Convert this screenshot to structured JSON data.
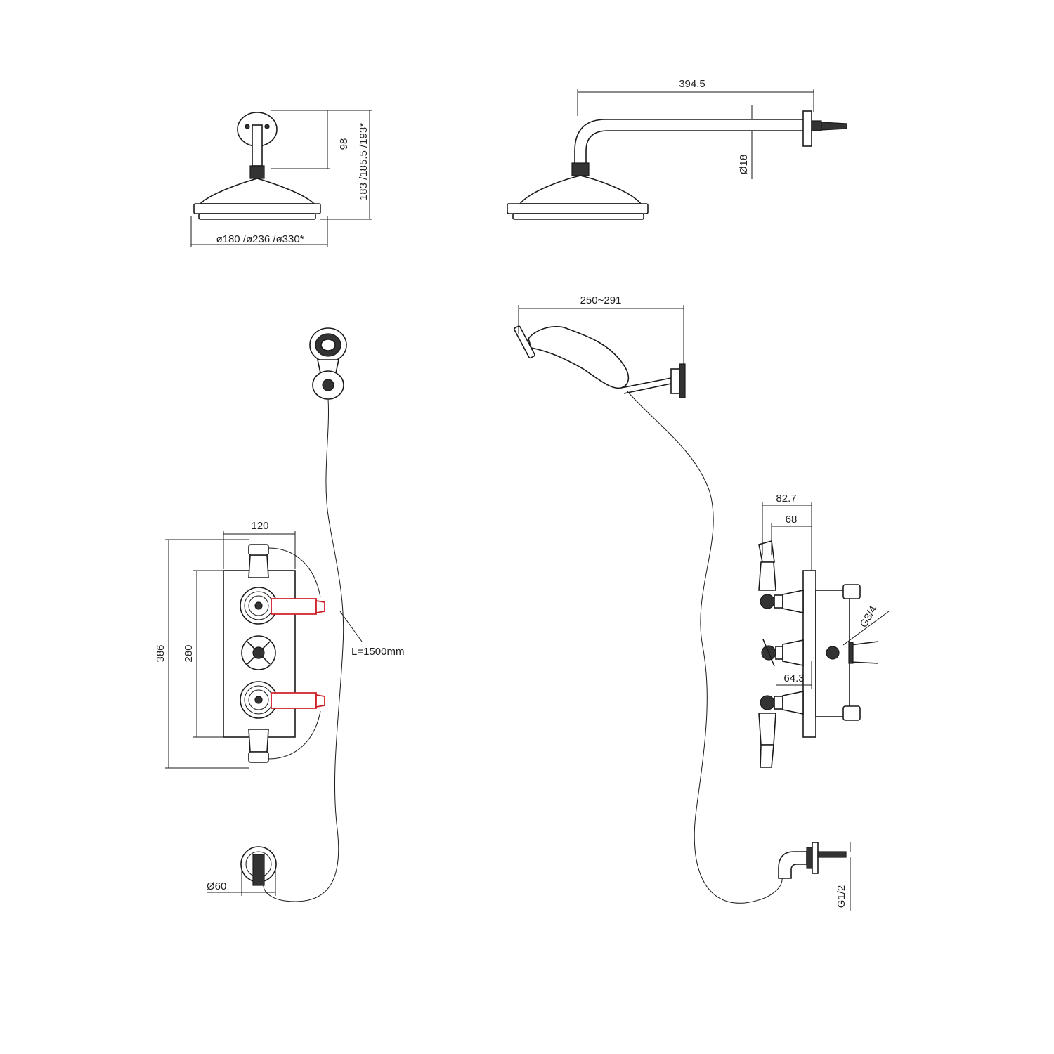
{
  "dimensions": {
    "ceiling_arm_height": "98",
    "ceiling_total_height": "183 /185.5 /193*",
    "head_diameters": "ø180 /ø236 /ø330*",
    "wall_arm_length": "394.5",
    "arm_diameter": "Ø18",
    "handset_reach": "250~291",
    "hose_length": "L=1500mm",
    "valve_width": "120",
    "valve_height_outer": "386",
    "valve_height_plate": "280",
    "outlet_diameter": "Ø60",
    "valve_depth_outer": "82.7",
    "valve_depth_inner": "68",
    "valve_depth_min": "64.3",
    "inlet_thread": "G3/4",
    "outlet_thread": "G1/2"
  },
  "colors": {
    "line": "#1a1a1a",
    "hot_indicator": "#d0202a"
  }
}
